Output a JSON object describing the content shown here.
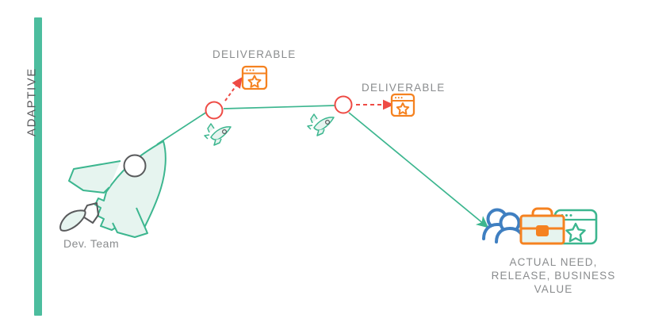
{
  "diagram": {
    "axis": {
      "label": "ADAPTIVE",
      "bar_color": "#4cbd9e"
    },
    "start": {
      "icon": "rocket-large-icon",
      "label": "Dev. Team",
      "fill": "#e6f4ef",
      "stroke": "#3cb68f",
      "detail_stroke": "#58595b"
    },
    "milestones": [
      {
        "id": "milestone-1",
        "node_icon": "circle-node-icon",
        "node_color": "#ef4a45",
        "travel_icon": "rocket-small-icon",
        "travel_color": "#3cb68f",
        "deliverable_label": "DELIVERABLE",
        "deliverable_icon": "browser-star-icon",
        "deliverable_color": "#f58220",
        "arrow_color": "#ee4b45",
        "arrow_style": "dashed"
      },
      {
        "id": "milestone-2",
        "node_icon": "circle-node-icon",
        "node_color": "#ef4a45",
        "travel_icon": "rocket-small-icon",
        "travel_color": "#3cb68f",
        "deliverable_label": "DELIVERABLE",
        "deliverable_icon": "browser-star-icon",
        "deliverable_color": "#f58220",
        "arrow_color": "#ee4b45",
        "arrow_style": "dashed"
      }
    ],
    "path": {
      "color": "#3cb68f",
      "style": "solid",
      "arrowhead": true
    },
    "outcome": {
      "label": "ACTUAL NEED,\nRELEASE, BUSINESS\nVALUE",
      "icons": [
        {
          "name": "people-icon",
          "color": "#3f7fc1"
        },
        {
          "name": "briefcase-icon",
          "color": "#f58220",
          "fill": "#e6f4ef"
        },
        {
          "name": "browser-star-icon",
          "color": "#3cb68f",
          "fill": "#ffffff"
        }
      ]
    },
    "colors": {
      "teal": "#3cb68f",
      "teal_bar": "#4cbd9e",
      "mint_fill": "#e6f4ef",
      "orange": "#f58220",
      "red": "#ee4b45",
      "blue": "#3f7fc1",
      "gray_text": "#8a8c8e",
      "dark_gray": "#58595b",
      "background": "#ffffff"
    }
  }
}
